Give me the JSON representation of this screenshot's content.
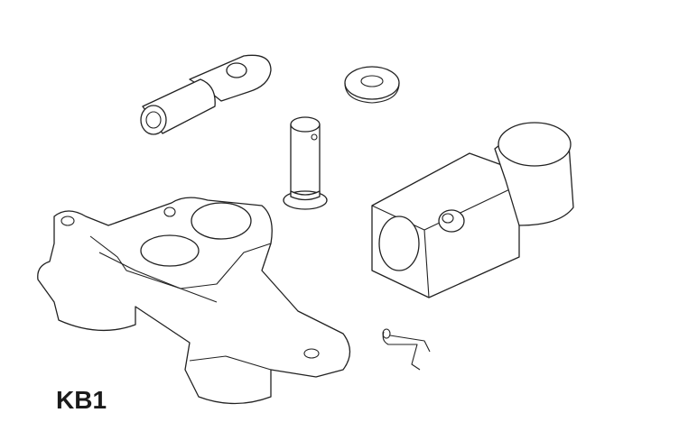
{
  "figure": {
    "label": "KB1",
    "parts": [
      "cable-lug",
      "washer",
      "clevis-pin",
      "bracket",
      "terminal-clamp",
      "spring-clip"
    ]
  }
}
